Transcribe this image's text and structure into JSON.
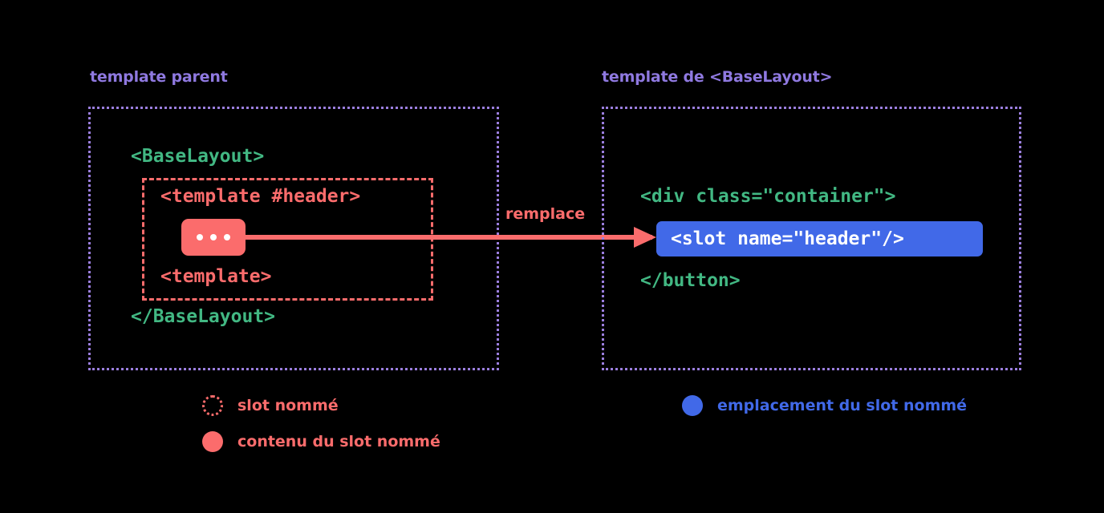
{
  "diagram": {
    "background_color": "#000000",
    "accent_colors": {
      "purple": "#9b7ede",
      "green": "#42b883",
      "red": "#fb6c6c",
      "blue": "#4169e8",
      "white": "#ffffff"
    }
  },
  "left_panel": {
    "heading": "template parent",
    "code_open": "<BaseLayout>",
    "code_close": "</BaseLayout>",
    "slot_box": {
      "code_open": "<template #header>",
      "code_close": "<template>",
      "content_chip": "..."
    }
  },
  "arrow": {
    "label": "remplace"
  },
  "right_panel": {
    "heading": "template de <BaseLayout>",
    "code_open": "<div class=\"container\">",
    "code_close": "</button>",
    "highlight": "<slot name=\"header\"/>"
  },
  "legend": {
    "items": [
      {
        "label": "slot nommé",
        "swatch": "dotted-circle-icon",
        "color": "#fb6c6c"
      },
      {
        "label": "contenu du slot nommé",
        "swatch": "filled-circle-icon",
        "color": "#fb6c6c"
      },
      {
        "label": "emplacement du slot nommé",
        "swatch": "filled-circle-icon",
        "color": "#4169e8"
      }
    ]
  }
}
